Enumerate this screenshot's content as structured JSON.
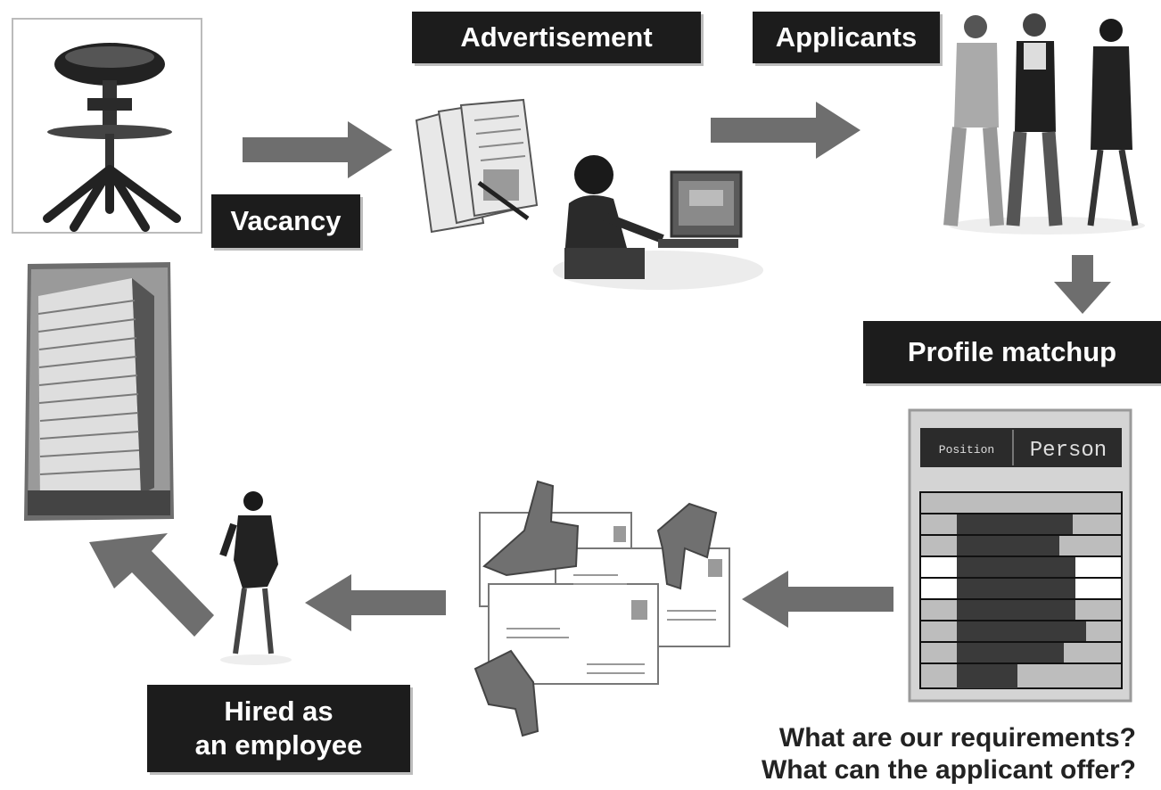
{
  "labels": {
    "vacancy": "Vacancy",
    "advertisement": "Advertisement",
    "applicants": "Applicants",
    "profile_matchup": "Profile matchup",
    "hired_line1": "Hired as",
    "hired_line2": "an employee"
  },
  "profile_card": {
    "position_label": "Position",
    "person_label": "Person"
  },
  "questions": {
    "q1": "What are our requirements?",
    "q2": "What can the applicant offer?"
  },
  "icons": [
    "chair-icon",
    "newspapers-icon",
    "computer-user-icon",
    "business-people-icon",
    "office-building-icon",
    "walking-woman-icon",
    "letters-thumbs-icon",
    "profile-chart-icon"
  ],
  "colors": {
    "label_bg": "#1c1c1c",
    "arrow": "#6e6e6e"
  }
}
